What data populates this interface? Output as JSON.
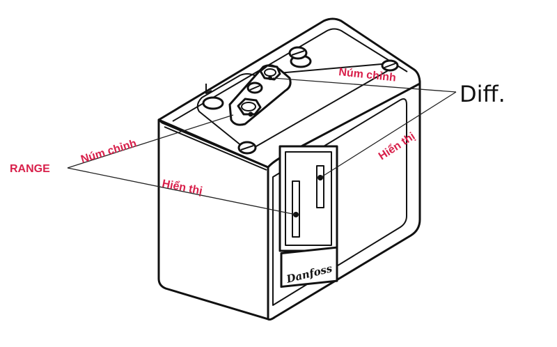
{
  "labels": {
    "range": "RANGE",
    "knob_range": "Núm chỉnh",
    "display_range": "Hiển thị",
    "knob_diff": "Núm chỉnh",
    "display_diff": "Hiển thị",
    "diff": "Diff."
  },
  "logo_text": "Danfoss",
  "colors": {
    "annotation": "#d81f4a",
    "outline": "#111111",
    "background": "#ffffff"
  }
}
